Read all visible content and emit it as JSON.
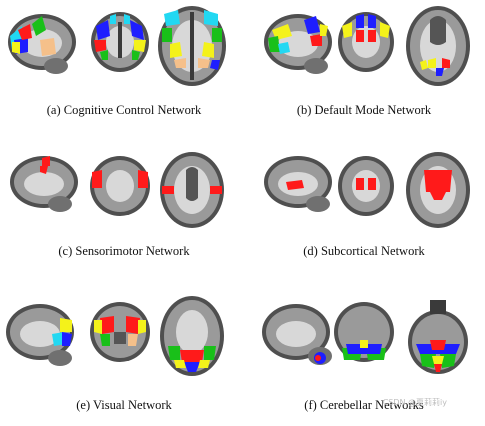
{
  "panels": [
    {
      "id": "a",
      "caption": "(a) Cognitive Control Network"
    },
    {
      "id": "b",
      "caption": "(b) Default Mode Network"
    },
    {
      "id": "c",
      "caption": "(c) Sensorimotor Network"
    },
    {
      "id": "d",
      "caption": "(d) Subcortical Network"
    },
    {
      "id": "e",
      "caption": "(e) Visual Network"
    },
    {
      "id": "f",
      "caption": "(f) Cerebellar Networks"
    }
  ],
  "watermark": "CSDN @夏莉莉iy",
  "colors": {
    "red": "#ff1a1a",
    "blue": "#1e1eff",
    "yellow": "#f4f21a",
    "green": "#19c019",
    "cyan": "#22d8f2",
    "peach": "#f5c08a",
    "brain_bg": "#4f4f4f",
    "gray_matter": "#9a9a9a",
    "white_matter": "#d8d8d8"
  }
}
